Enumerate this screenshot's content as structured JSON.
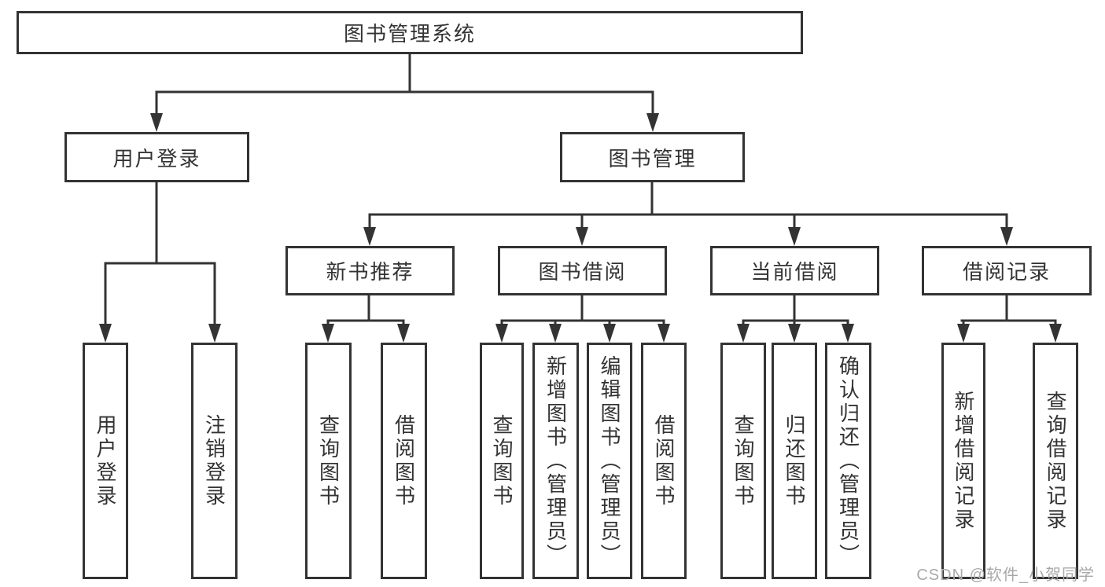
{
  "diagram": {
    "root": "图书管理系统",
    "user_login_module": "用户登录",
    "book_management_module": "图书管理",
    "user_login_leaf": "用户登录",
    "logout_leaf": "注销登录",
    "new_book_recommend": "新书推荐",
    "book_borrowing": "图书借阅",
    "current_borrowing": "当前借阅",
    "borrowing_records": "借阅记录",
    "nb_query_books": "查询图书",
    "nb_borrow_books": "借阅图书",
    "bb_query_books": "查询图书",
    "bb_add_books_admin": "新增图书（管理员）",
    "bb_edit_books_admin": "编辑图书（管理员）",
    "bb_borrow_books": "借阅图书",
    "cb_query_books": "查询图书",
    "cb_return_books": "归还图书",
    "cb_confirm_return_admin": "确认归还（管理员）",
    "br_add_record": "新增借阅记录",
    "br_query_record": "查询借阅记录"
  },
  "watermark": "CSDN @软件_小贺同学",
  "colors": {
    "line": "#333333",
    "text": "#333333",
    "watermark": "#a9a9a9",
    "background": "#ffffff"
  }
}
